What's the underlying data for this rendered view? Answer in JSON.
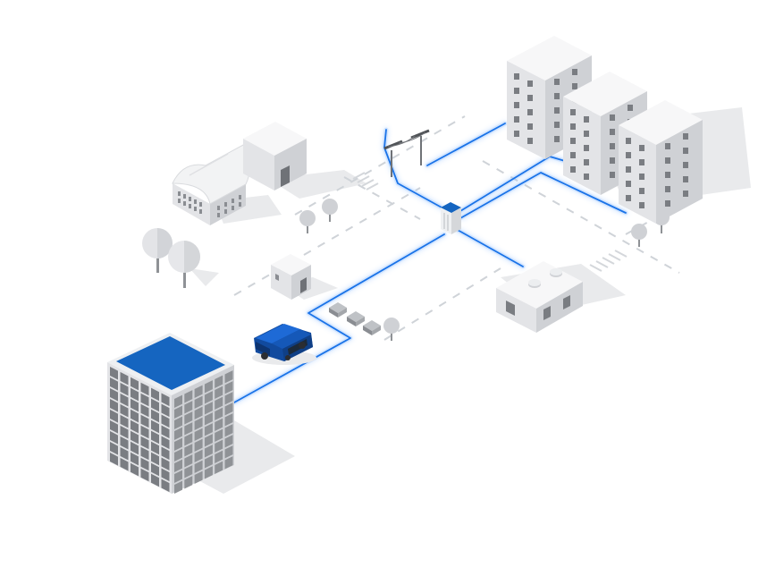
{
  "scene": {
    "buildings": [
      {
        "type": "office-tower",
        "roof": "solar-panel-roof"
      },
      {
        "type": "apartment-block"
      },
      {
        "type": "apartment-block"
      },
      {
        "type": "apartment-block"
      },
      {
        "type": "warehouse"
      },
      {
        "type": "cube-building"
      },
      {
        "type": "small-hut"
      },
      {
        "type": "rooftop-unit-building"
      }
    ],
    "vehicle": {
      "type": "van"
    },
    "hubs": [
      "utility-pole-pair",
      "distribution-cabinet"
    ],
    "colors": {
      "accent": "#1565c0",
      "line": "#1a73e8",
      "line_glow": "#9cc6ff",
      "road_dash": "#cfd3d8",
      "building_top": "#f7f7f8",
      "building_left": "#e3e4e7",
      "building_right": "#cfd1d5",
      "window": "#7a7d82",
      "shadow": "#e9eaec"
    }
  }
}
